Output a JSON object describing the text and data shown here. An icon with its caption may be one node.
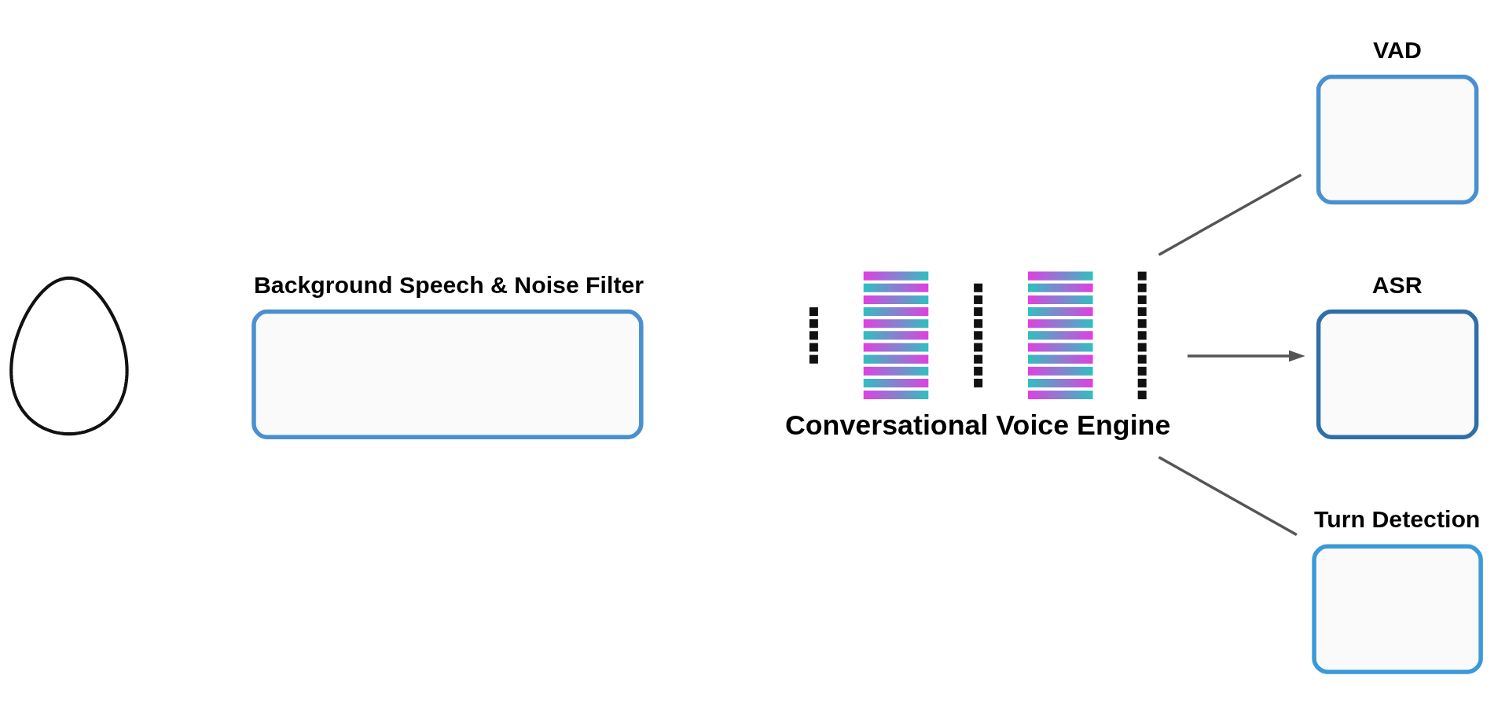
{
  "diagram": {
    "nodes": [
      {
        "text": [],
        "shape": "person"
      },
      {
        "text": [
          "Background Speech & Noise Filter"
        ]
      },
      {
        "text": [],
        "shape": "picture",
        "beside": [
          "Conversational Voice Engine"
        ]
      },
      {
        "text": [
          "VAD"
        ]
      },
      {
        "text": [
          "ASR"
        ]
      },
      {
        "text": [
          "Turn Detection"
        ]
      }
    ],
    "edges": [
      {
        "from": 2,
        "to": 3,
        "arrow": "none"
      },
      {
        "from": 2,
        "to": 4,
        "arrow": "to"
      },
      {
        "from": 2,
        "to": 5,
        "arrow": "none"
      }
    ]
  }
}
